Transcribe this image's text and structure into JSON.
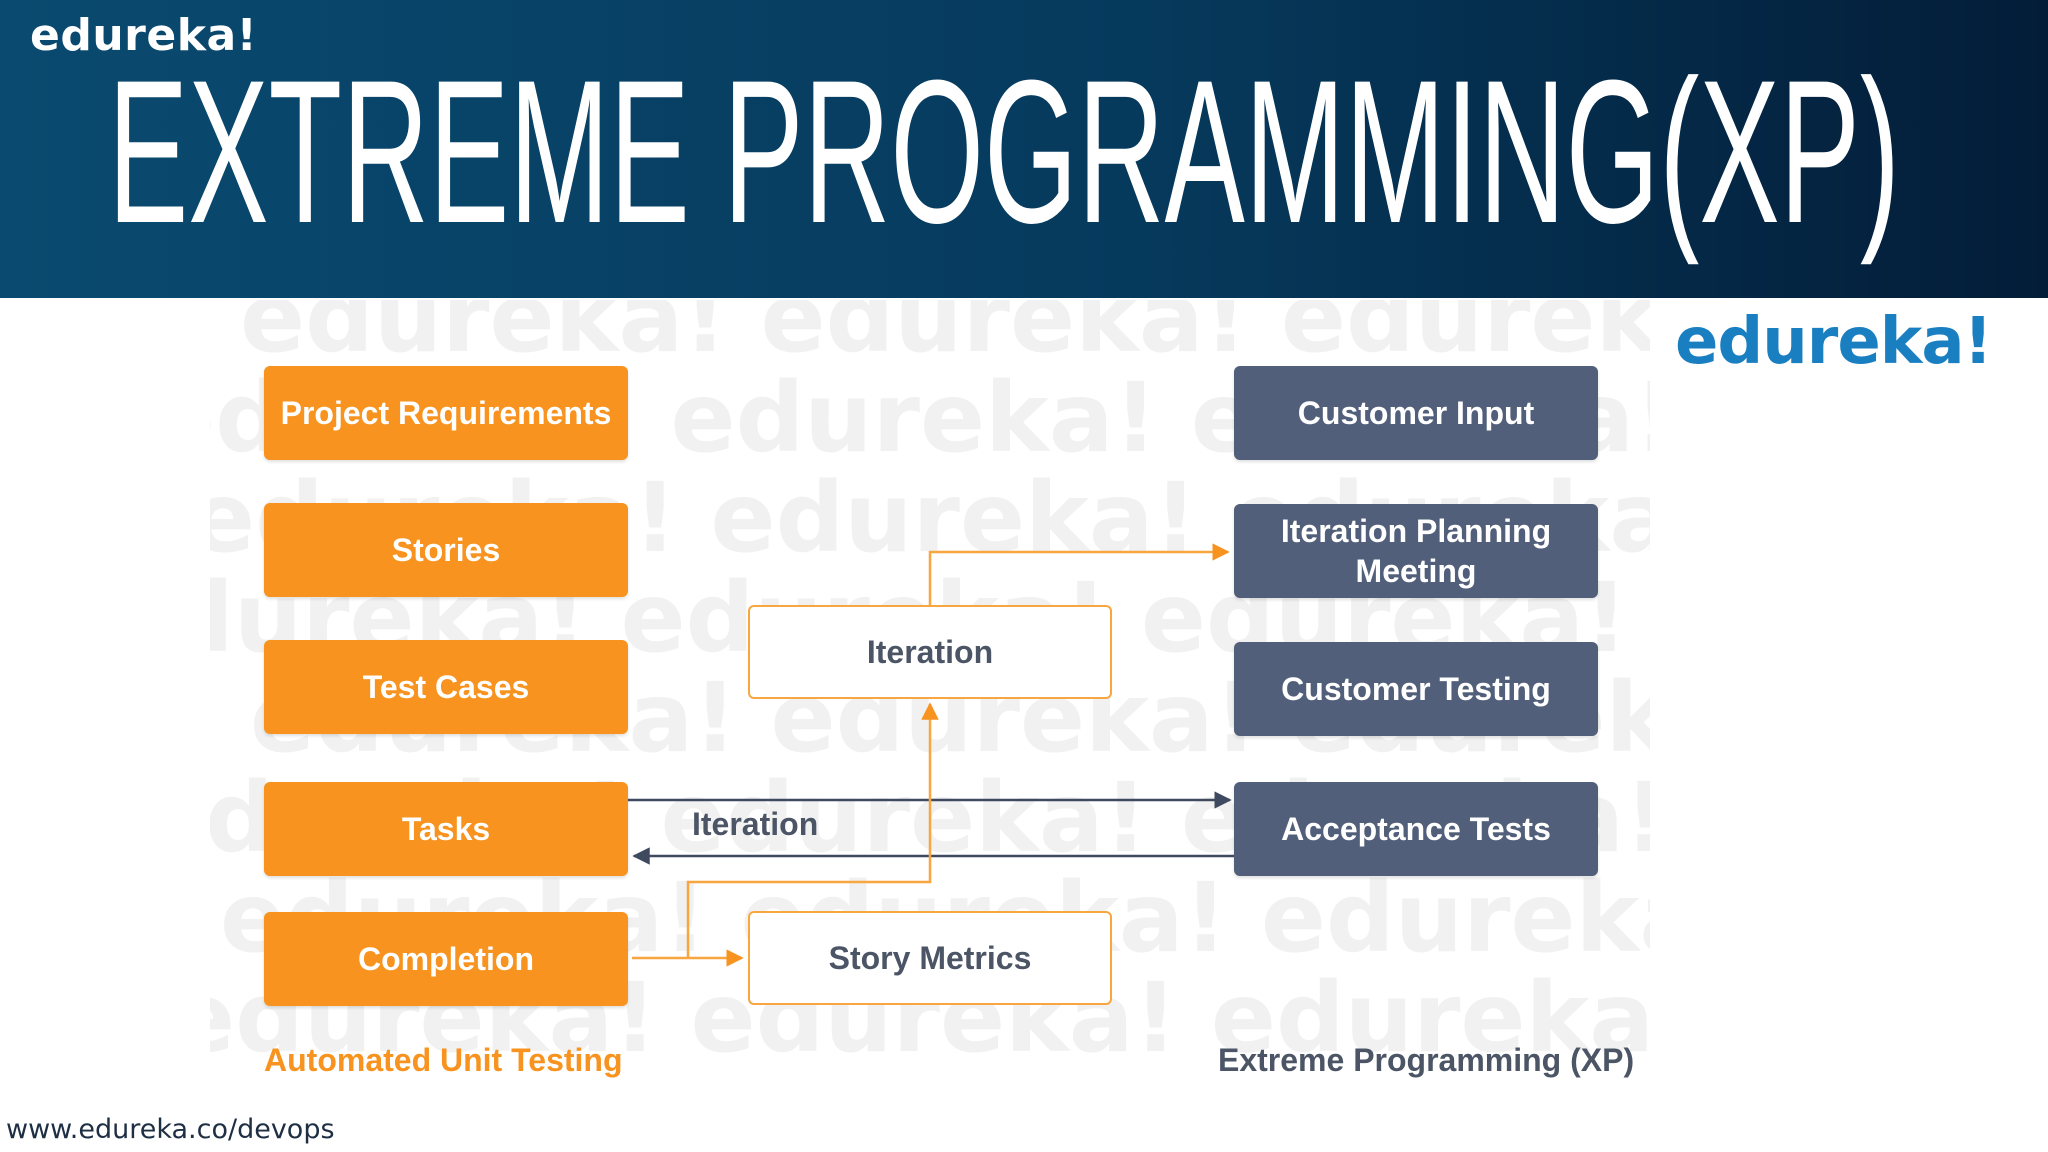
{
  "header": {
    "brand": "edureka!",
    "title": "EXTREME PROGRAMMING(XP)"
  },
  "brand_right": "edureka!",
  "diagram": {
    "left_boxes": [
      "Project Requirements",
      "Stories",
      "Test Cases",
      "Tasks",
      "Completion"
    ],
    "right_boxes": [
      "Customer Input",
      "Iteration Planning Meeting",
      "Customer Testing",
      "Acceptance Tests"
    ],
    "center_boxes": {
      "iteration": "Iteration",
      "story_metrics": "Story Metrics"
    },
    "arrow_label": "Iteration",
    "caption_left": "Automated Unit Testing",
    "caption_right": "Extreme Programming (XP)"
  },
  "footer_url": "www.edureka.co/devops",
  "colors": {
    "orange": "#f7931e",
    "slate": "#525f7a",
    "header_dark": "#031d38",
    "brand_blue": "#1a7fc1"
  }
}
